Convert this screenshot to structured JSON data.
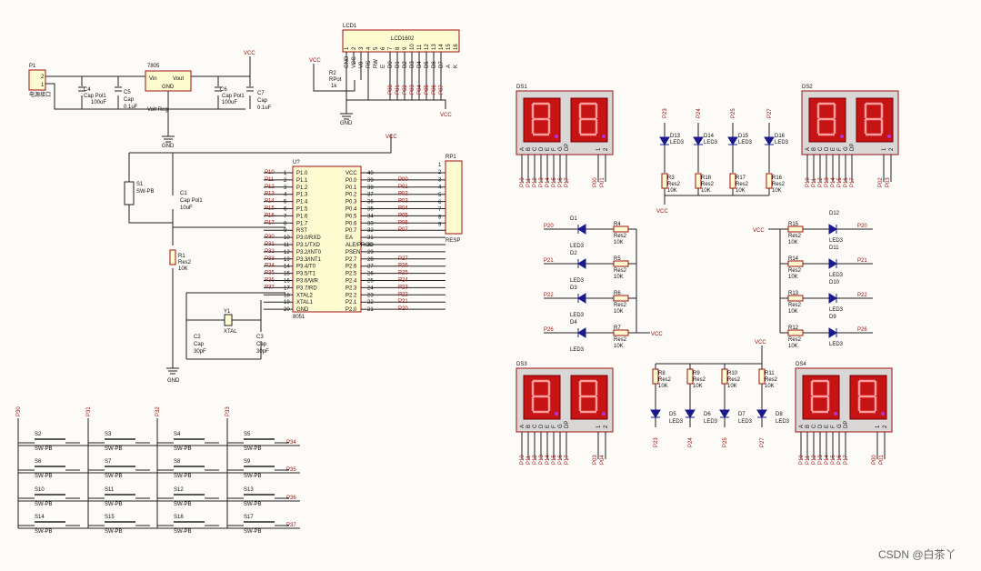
{
  "watermark": "CSDN @白茶丫",
  "power": {
    "vcc": "VCC",
    "gnd": "GND"
  },
  "p1": {
    "ref": "P1",
    "name": "电源接口",
    "pins": [
      "2",
      "1"
    ]
  },
  "regulator": {
    "ref": "7805",
    "vin": "Vin",
    "vout": "Vout",
    "gnd": "GND",
    "volt": "Volt Reg"
  },
  "caps": {
    "c4": {
      "ref": "C4",
      "type": "Cap Pol1",
      "val": "100uF"
    },
    "c5": {
      "ref": "C5",
      "type": "Cap",
      "val": "0.1uF"
    },
    "c6": {
      "ref": "C6",
      "type": "Cap Pol1",
      "val": "100uF"
    },
    "c7": {
      "ref": "C7",
      "type": "Cap",
      "val": "0.1uF"
    },
    "c1": {
      "ref": "C1",
      "type": "Cap Pol1",
      "val": "10uF"
    },
    "c2": {
      "ref": "C2",
      "type": "Cap",
      "val": "30pF"
    },
    "c3": {
      "ref": "C3",
      "type": "Cap",
      "val": "30pF"
    }
  },
  "lcd": {
    "ref": "LCD1",
    "name": "LCD1602",
    "pins": [
      "GND",
      "VCC",
      "V0",
      "RS",
      "RW",
      "E",
      "D0",
      "D1",
      "D2",
      "D3",
      "D4",
      "D5",
      "D6",
      "D7",
      "A",
      "K"
    ],
    "nets": [
      "P00",
      "P01",
      "P02",
      "P03",
      "P04",
      "P05",
      "P06",
      "P07"
    ]
  },
  "r2": {
    "ref": "R2",
    "type": "RPot",
    "val": "1k"
  },
  "s1": {
    "ref": "S1",
    "type": "SW-PB"
  },
  "r1": {
    "ref": "R1",
    "type": "Res2",
    "val": "10K"
  },
  "y1": {
    "ref": "Y1",
    "type": "XTAL"
  },
  "mcu": {
    "ref": "U?",
    "name": "8051",
    "left": [
      [
        "P1.0",
        "1",
        "P10"
      ],
      [
        "P1.1",
        "2",
        "P11"
      ],
      [
        "P1.2",
        "3",
        "P12"
      ],
      [
        "P1.3",
        "4",
        "P13"
      ],
      [
        "P1.4",
        "5",
        "P14"
      ],
      [
        "P1.5",
        "6",
        "P15"
      ],
      [
        "P1.6",
        "7",
        "P16"
      ],
      [
        "P1.7",
        "8",
        "P17"
      ],
      [
        "RST",
        "9",
        ""
      ],
      [
        "P3.0/RXD",
        "10",
        "P30"
      ],
      [
        "P3.1/TXD",
        "11",
        "P31"
      ],
      [
        "P3.2/INT0",
        "12",
        "P32"
      ],
      [
        "P3.3/INT1",
        "13",
        "P33"
      ],
      [
        "P3.4/T0",
        "14",
        "P34"
      ],
      [
        "P3.5/T1",
        "15",
        "P35"
      ],
      [
        "P3.6/WR",
        "16",
        "P36"
      ],
      [
        "P3.7/RD",
        "17",
        "P37"
      ],
      [
        "XTAL2",
        "18",
        ""
      ],
      [
        "XTAL1",
        "19",
        ""
      ],
      [
        "GND",
        "20",
        ""
      ]
    ],
    "right": [
      [
        "VCC",
        "40",
        ""
      ],
      [
        "P0.0",
        "39",
        "P00"
      ],
      [
        "P0.1",
        "38",
        "P01"
      ],
      [
        "P0.2",
        "37",
        "P02"
      ],
      [
        "P0.3",
        "36",
        "P03"
      ],
      [
        "P0.4",
        "35",
        "P04"
      ],
      [
        "P0.5",
        "34",
        "P05"
      ],
      [
        "P0.6",
        "33",
        "P06"
      ],
      [
        "P0.7",
        "32",
        "P07"
      ],
      [
        "EA",
        "31",
        ""
      ],
      [
        "ALE/PROG",
        "30",
        ""
      ],
      [
        "PSEN",
        "29",
        ""
      ],
      [
        "P2.7",
        "28",
        "P27"
      ],
      [
        "P2.6",
        "27",
        "P26"
      ],
      [
        "P2.5",
        "26",
        "P25"
      ],
      [
        "P2.4",
        "25",
        "P24"
      ],
      [
        "P2.3",
        "24",
        "P23"
      ],
      [
        "P2.2",
        "23",
        "P22"
      ],
      [
        "P2.1",
        "22",
        "P21"
      ],
      [
        "P2.0",
        "21",
        "P20"
      ]
    ]
  },
  "rp1": {
    "ref": "RP1",
    "type": "RESP",
    "pins": [
      "1",
      "2",
      "3",
      "4",
      "5",
      "6",
      "7",
      "8",
      "9"
    ]
  },
  "keypad": {
    "cols": [
      "P30",
      "P31",
      "P32",
      "P33"
    ],
    "rows": [
      "P34",
      "P35",
      "P36",
      "P37"
    ],
    "switches": [
      "S2",
      "S3",
      "S4",
      "S5",
      "S6",
      "S7",
      "S8",
      "S9",
      "S10",
      "S11",
      "S12",
      "S13",
      "S14",
      "S15",
      "S16",
      "S17"
    ],
    "type": "SW-PB"
  },
  "displays": {
    "ds1": {
      "ref": "DS1",
      "bottom": [
        "P10",
        "P11",
        "P12",
        "P13",
        "P14",
        "P15",
        "P16",
        "P17",
        "P00",
        "P01"
      ]
    },
    "ds2": {
      "ref": "DS2",
      "bottom": [
        "P10",
        "P11",
        "P12",
        "P13",
        "P14",
        "P15",
        "P16",
        "P17",
        "P02",
        "P03"
      ]
    },
    "ds3": {
      "ref": "DS3",
      "bottom": [
        "P10",
        "P11",
        "P12",
        "P13",
        "P14",
        "P15",
        "P16",
        "P17",
        "P03",
        "P04"
      ]
    },
    "ds4": {
      "ref": "DS4",
      "bottom": [
        "P10",
        "P11",
        "P12",
        "P13",
        "P14",
        "P15",
        "P16",
        "P17",
        "P00",
        "P01"
      ]
    },
    "segs": [
      "A",
      "B",
      "C",
      "D",
      "E",
      "F",
      "G",
      "DP"
    ],
    "com": [
      "1",
      "2"
    ]
  },
  "led_top": {
    "nets": [
      "P23",
      "P24",
      "P25",
      "P27"
    ],
    "leds": [
      "D13",
      "D14",
      "D15",
      "D16"
    ],
    "res": [
      "R3",
      "R18",
      "R17",
      "R16"
    ],
    "type": "LED3",
    "rtype": "Res2",
    "val": "10K"
  },
  "led_left": {
    "nets": [
      "P20",
      "P21",
      "P22",
      "P26"
    ],
    "leds": [
      "D1",
      "D2",
      "D3",
      "D4"
    ],
    "res": [
      "R4",
      "R5",
      "R6",
      "R7"
    ]
  },
  "led_right": {
    "nets": [
      "P20",
      "P21",
      "P22",
      "P26"
    ],
    "leds": [
      "D12",
      "D11",
      "D10",
      "D9"
    ],
    "res": [
      "R15",
      "R14",
      "R13",
      "R12"
    ]
  },
  "led_bottom": {
    "nets": [
      "P23",
      "P24",
      "P25",
      "P27"
    ],
    "leds": [
      "D5",
      "D6",
      "D7",
      "D8"
    ],
    "res": [
      "R8",
      "R9",
      "R10",
      "R11"
    ]
  }
}
